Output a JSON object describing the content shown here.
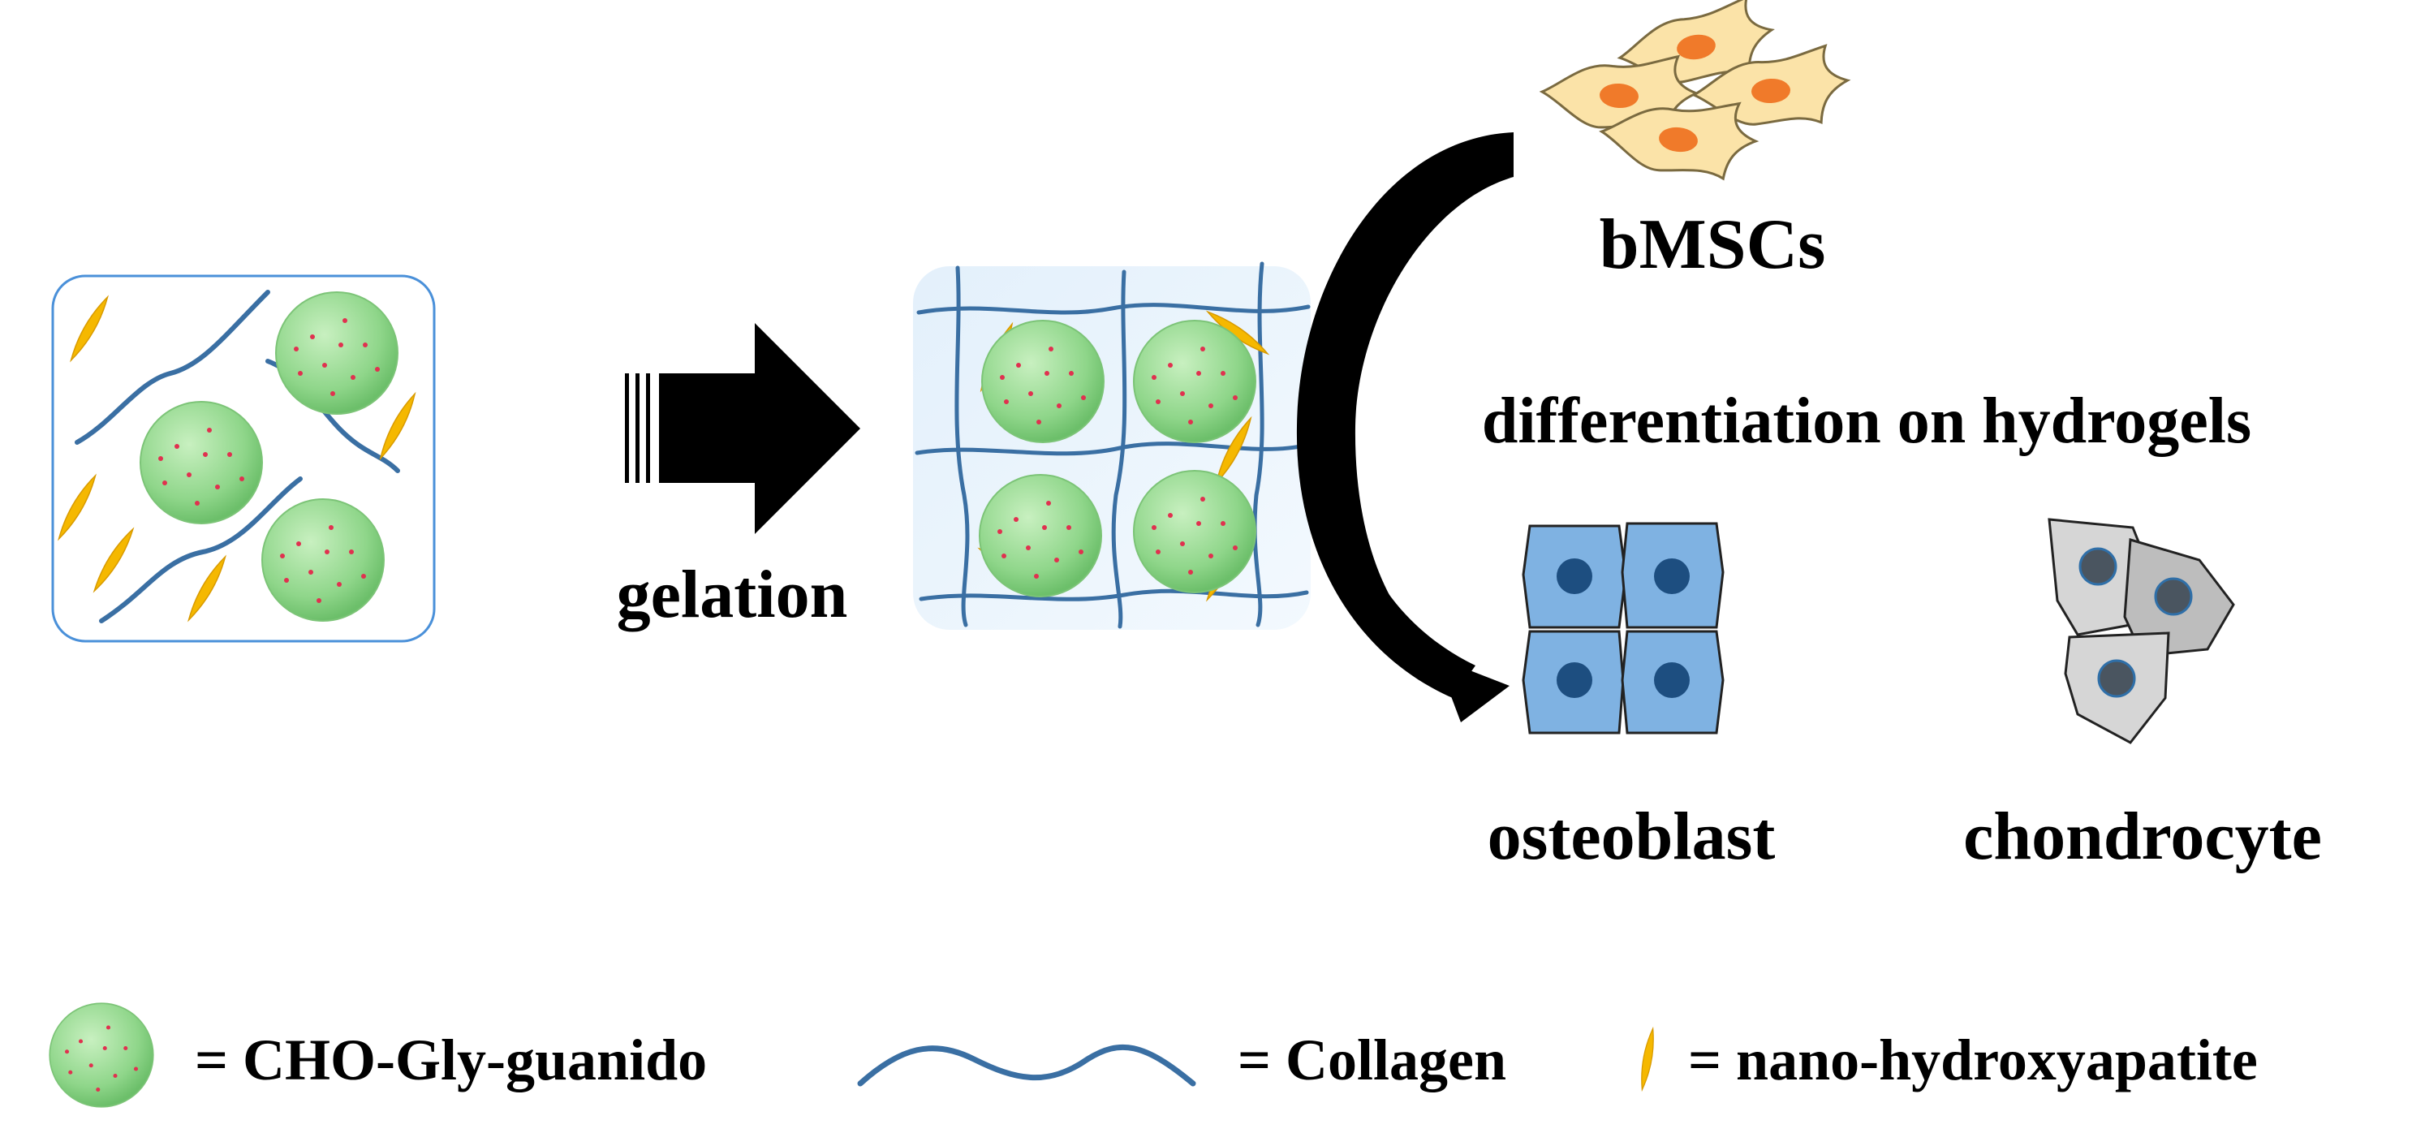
{
  "labels": {
    "gelation": "gelation",
    "bmscs": "bMSCs",
    "differentiation": "differentiation on hydrogels",
    "osteoblast": "osteoblast",
    "chondrocyte": "chondrocyte"
  },
  "legend": {
    "cho_gly_guanido": "= CHO-Gly-guanido",
    "collagen": "= Collagen",
    "nano_hydroxyapatite": "= nano-hydroxyapatite"
  },
  "colors": {
    "sphere_green": "#8fd68a",
    "sphere_dot": "#e0314f",
    "collagen_blue": "#3a6fa3",
    "nha_yellow": "#f5b800",
    "panel_border": "#4a90d9",
    "panel_fill": "#ffffff",
    "gel_panel_fill": "#eaf4fc",
    "bmsc_fill": "#fbe3a8",
    "bmsc_nucleus": "#f07a2a",
    "osteo_fill": "#7fb2e2",
    "osteo_nucleus": "#1d4e80",
    "chondro_fill": "#d6d6d6",
    "chondro_nucleus": "#4a5560"
  }
}
